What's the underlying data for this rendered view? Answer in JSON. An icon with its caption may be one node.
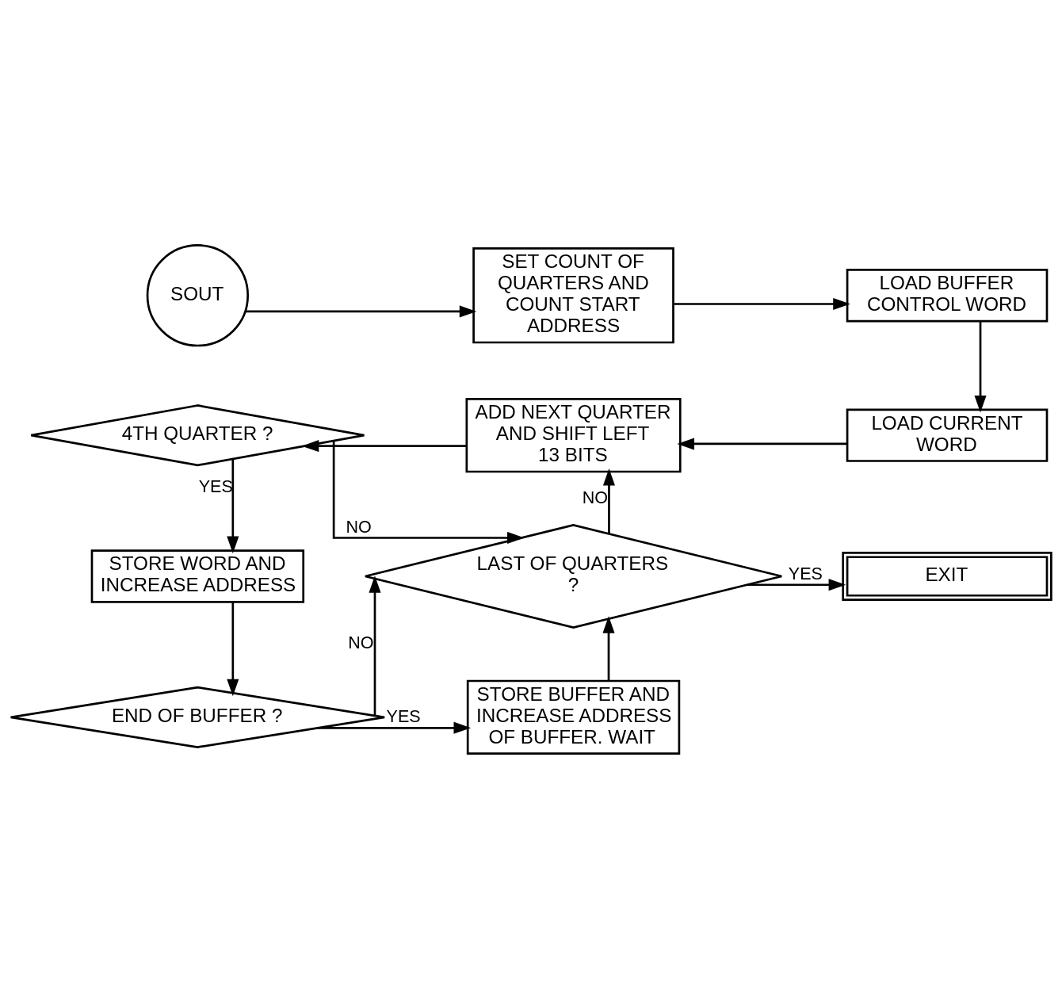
{
  "diagram": {
    "nodes": [
      {
        "text": [
          "SOUT"
        ]
      },
      {
        "text": [
          "SET COUNT OF QUARTERS AND COUNT START ADDRESS"
        ]
      },
      {
        "text": [
          "LOAD BUFFER CONTROL WORD"
        ]
      },
      {
        "text": [
          "4TH QUARTER ?"
        ]
      },
      {
        "text": [
          "ADD NEXT QUARTER AND SHIFT LEFT 13 BITS"
        ]
      },
      {
        "text": [
          "LOAD CURRENT WORD"
        ]
      },
      {
        "text": [
          "STORE WORD AND INCREASE ADDRESS"
        ]
      },
      {
        "text": [
          "LAST OF QUARTERS ?"
        ]
      },
      {
        "text": [
          "EXIT"
        ]
      },
      {
        "text": [
          "END OF BUFFER ?"
        ]
      },
      {
        "text": [
          "STORE BUFFER AND INCREASE ADDRESS OF BUFFER. WAIT"
        ]
      }
    ],
    "edges": [
      {
        "from": 0,
        "to": 1,
        "arrow": "to"
      },
      {
        "from": 1,
        "to": 2,
        "arrow": "to"
      },
      {
        "from": 2,
        "to": 5,
        "arrow": "to"
      },
      {
        "from": 5,
        "to": 4,
        "arrow": "to"
      },
      {
        "from": 4,
        "to": 3,
        "arrow": "to"
      },
      {
        "from": 3,
        "to": 7,
        "label": "NO",
        "arrow": "to"
      },
      {
        "from": 3,
        "to": 6,
        "label": "YES",
        "arrow": "to"
      },
      {
        "from": 7,
        "to": 4,
        "label": "NO",
        "arrow": "to"
      },
      {
        "from": 7,
        "to": 8,
        "label": "YES",
        "arrow": "to"
      },
      {
        "from": 6,
        "to": 9,
        "arrow": "to"
      },
      {
        "from": 9,
        "to": 7,
        "label": "NO",
        "arrow": "to"
      },
      {
        "from": 9,
        "to": 10,
        "label": "YES",
        "arrow": "to"
      },
      {
        "from": 10,
        "to": 7,
        "arrow": "to"
      }
    ]
  }
}
